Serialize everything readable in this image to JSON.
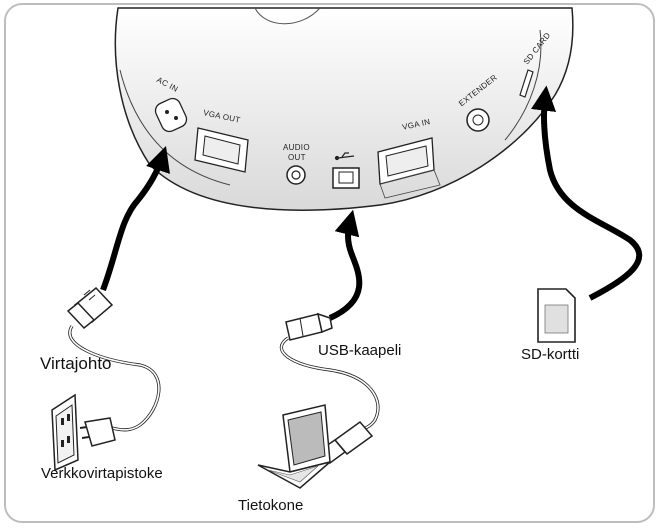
{
  "ports": {
    "ac_in": "AC IN",
    "vga_out": "VGA OUT",
    "audio_out_line1": "AUDIO",
    "audio_out_line2": "OUT",
    "vga_in": "VGA IN",
    "extender": "EXTENDER",
    "sd_card": "SD CARD"
  },
  "labels": {
    "power_cord": "Virtajohto",
    "wall_outlet": "Verkkovirtapistoke",
    "usb_cable": "USB-kaapeli",
    "computer": "Tietokone",
    "sd_card": "SD-kortti"
  },
  "colors": {
    "outline": "#222222",
    "frame": "#bdbdbd"
  },
  "icons": [
    "usb-symbol-icon",
    "sd-card-icon",
    "laptop-icon",
    "wall-outlet-icon",
    "power-plug-icon",
    "usb-plug-icon",
    "arrow-icon"
  ]
}
